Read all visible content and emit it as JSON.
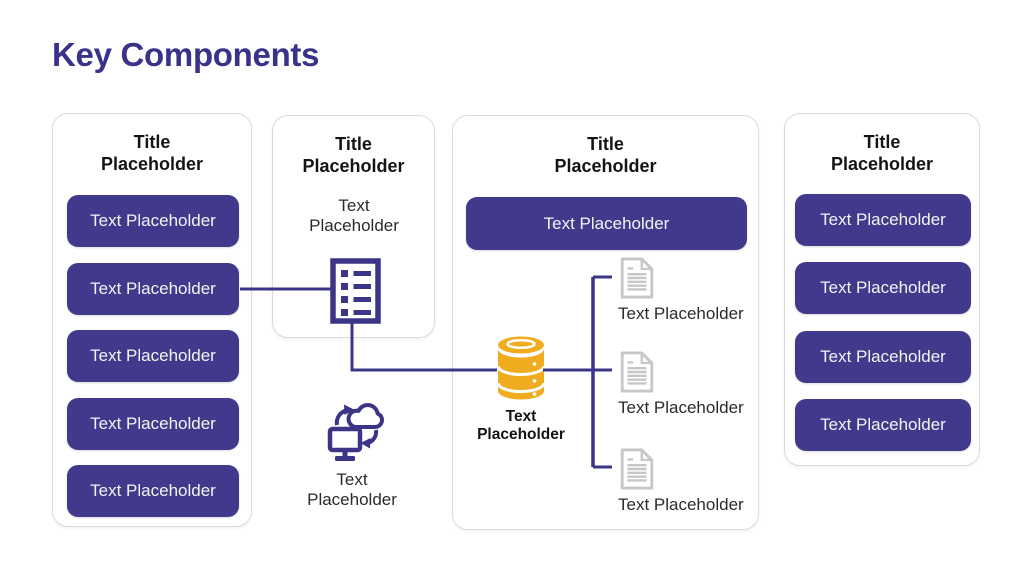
{
  "page": {
    "title": "Key Components"
  },
  "colors": {
    "accent_indigo": "#3B3487",
    "button_fill": "#41398C",
    "heading_purple": "#3A3189",
    "database_yellow": "#EFAC1E",
    "document_gray": "#C7C7C7",
    "panel_border": "#DBDBDB"
  },
  "panels": {
    "left": {
      "title": "Title Placeholder",
      "items": [
        "Text Placeholder",
        "Text Placeholder",
        "Text Placeholder",
        "Text Placeholder",
        "Text Placeholder"
      ]
    },
    "process": {
      "title": "Title Placeholder",
      "body": "Text Placeholder",
      "icon": "checklist-icon"
    },
    "data": {
      "title": "Title Placeholder",
      "button": "Text Placeholder",
      "database_icon": "database-icon",
      "database_label": "Text Placeholder",
      "documents": [
        {
          "icon": "document-icon",
          "label": "Text Placeholder"
        },
        {
          "icon": "document-icon",
          "label": "Text Placeholder"
        },
        {
          "icon": "document-icon",
          "label": "Text Placeholder"
        }
      ]
    },
    "right": {
      "title": "Title Placeholder",
      "items": [
        "Text Placeholder",
        "Text Placeholder",
        "Text Placeholder",
        "Text Placeholder"
      ]
    }
  },
  "floating": {
    "sync": {
      "icon": "cloud-sync-icon",
      "label": "Text Placeholder"
    }
  }
}
